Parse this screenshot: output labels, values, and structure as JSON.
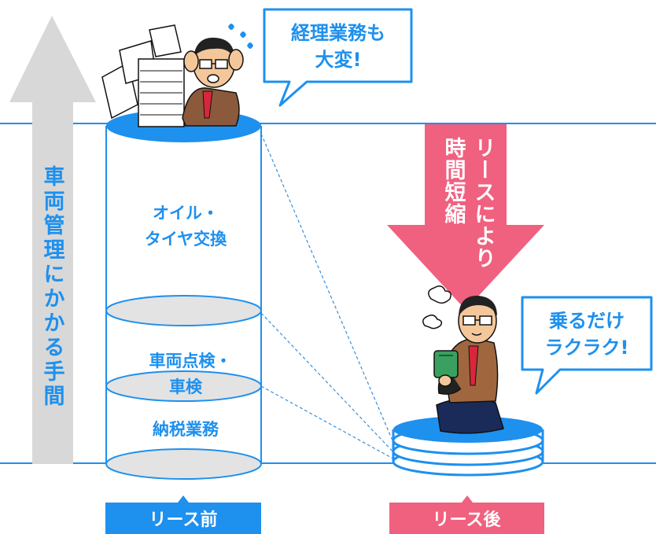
{
  "left_arrow_label": "車両管理にかかる手間",
  "speech_top": {
    "line1": "経理業務も",
    "line2": "大変!"
  },
  "cylinder_labels": {
    "oil_line1": "オイル・",
    "oil_line2": "タイヤ交換",
    "inspect_line1": "車両点検・",
    "inspect_line2": "車検",
    "tax": "納税業務"
  },
  "pink_arrow": {
    "col1": "リースにより",
    "col2": "時間短縮"
  },
  "speech_right": {
    "line1": "乗るだけ",
    "line2": "ラクラク!"
  },
  "tab_before": "リース前",
  "tab_after": "リース後",
  "colors": {
    "blue": "#1e90ee",
    "pink": "#f0607f",
    "gray_arrow": "#d8d8d8",
    "cyl_gray": "#e3e3e3",
    "dash": "#3a8fd8"
  }
}
